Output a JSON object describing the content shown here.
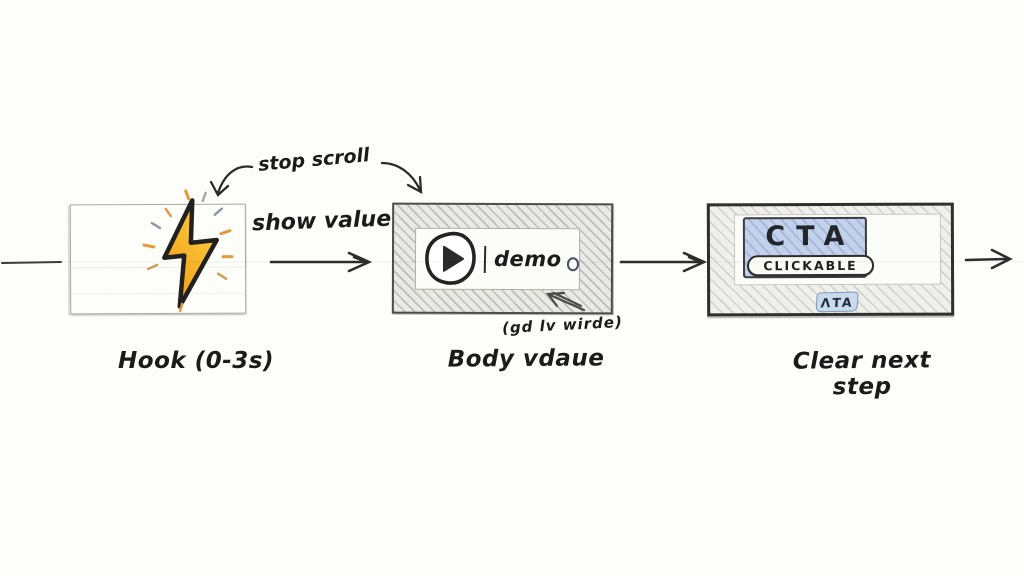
{
  "diagram": {
    "type": "hand-drawn-flow",
    "steps": [
      {
        "name": "hook",
        "label": "Hook (0-3s)",
        "icon": "lightning-bolt-icon"
      },
      {
        "name": "body",
        "label": "Body vdaue",
        "icon": "play-icon",
        "video_label": "demo"
      },
      {
        "name": "clear-next-step",
        "label": "Clear next step",
        "cta_title": "CTA",
        "button_text": "CLICKABLE",
        "tag_text": "ΛTA"
      }
    ],
    "annotations": {
      "stop_scroll": "stop scroll",
      "show_value": "show value",
      "scribble": "(gd lv wirde)"
    },
    "colors": {
      "bolt_orange": "#ef9c14",
      "bolt_yellow": "#ffd24d",
      "cta_blue": "#c3d2ea",
      "ink": "#2b2b2b",
      "sketch_gray": "#a9a9a2"
    }
  }
}
